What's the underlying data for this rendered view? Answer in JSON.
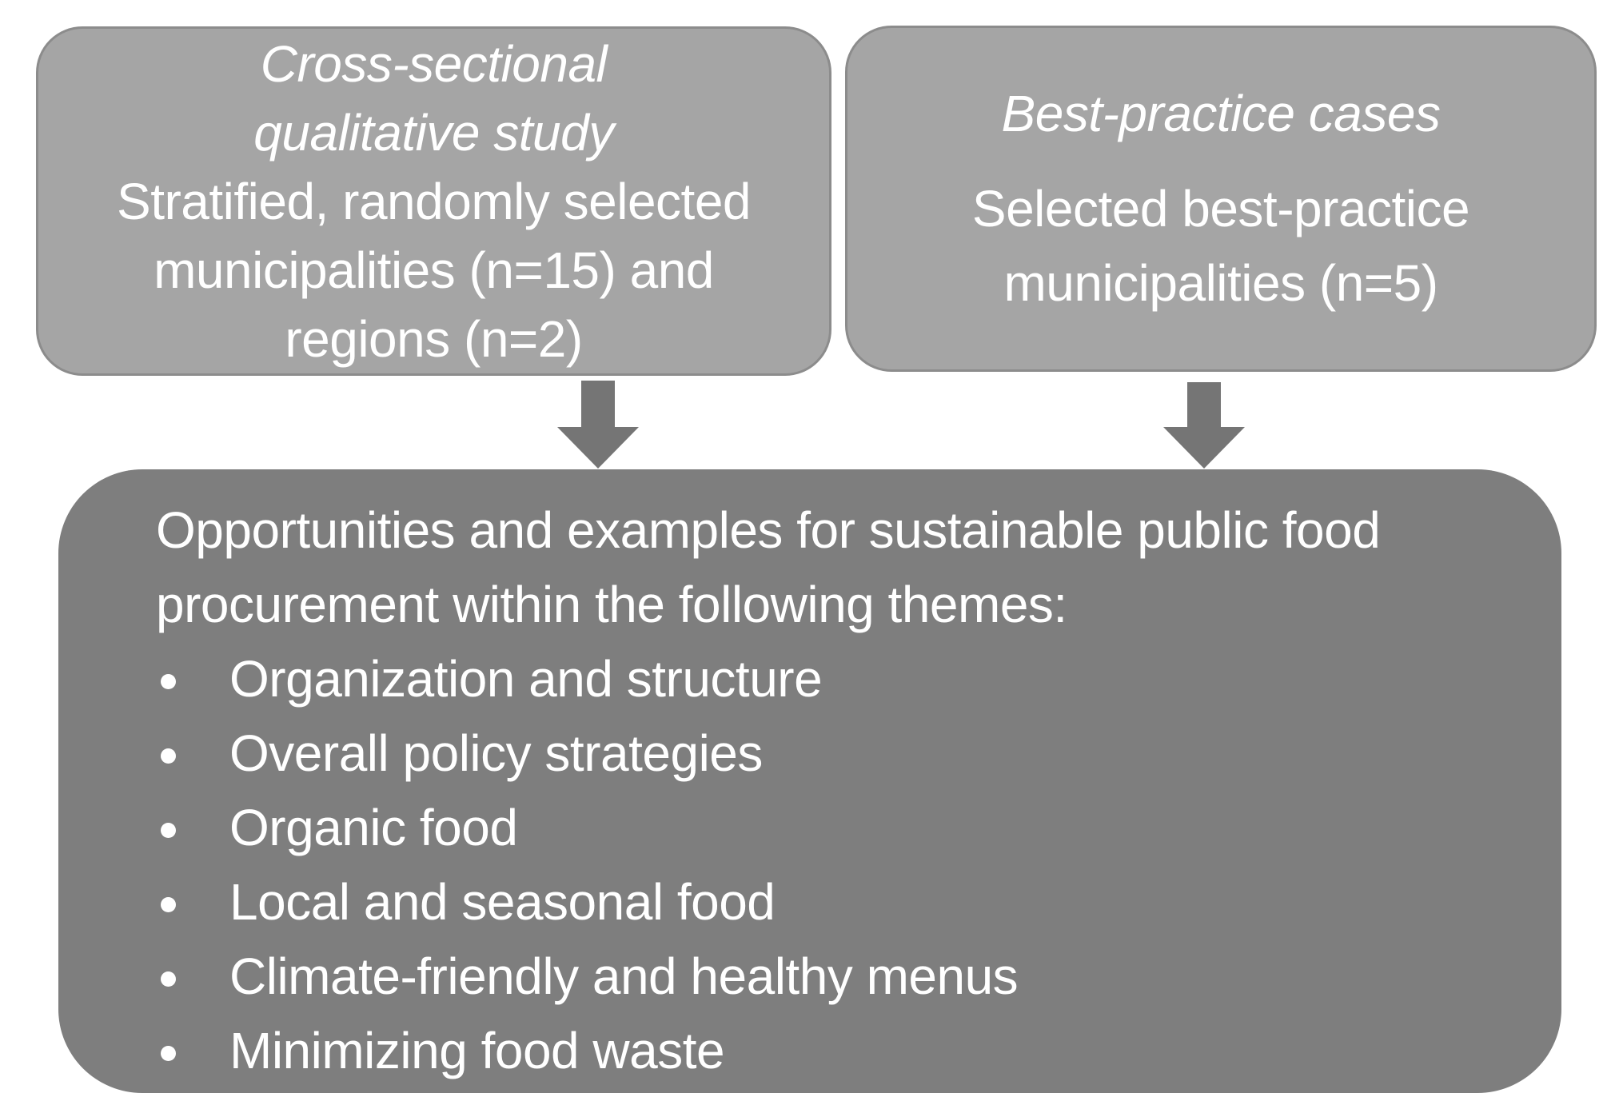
{
  "diagram": {
    "colors": {
      "background": "#ffffff",
      "top_box_fill": "#a5a5a5",
      "top_box_border": "#8c8c8c",
      "bottom_box_fill": "#7e7e7e",
      "arrow": "#757575",
      "text": "#ffffff"
    },
    "left_box": {
      "title_line_1": "Cross-sectional",
      "title_line_2": "qualitative study",
      "body_line_1": "Stratified, randomly selected",
      "body_line_2": "municipalities (n=15) and",
      "body_line_3": "regions (n=2)"
    },
    "right_box": {
      "title_line_1": "Best-practice cases",
      "body_line_1": "Selected best-practice",
      "body_line_2": "municipalities (n=5)"
    },
    "bottom_box": {
      "intro_line_1": "Opportunities and examples for sustainable public food",
      "intro_line_2": "procurement within the following themes:",
      "bullets": [
        "Organization and structure",
        "Overall policy strategies",
        "Organic food",
        "Local and seasonal food",
        "Climate-friendly and healthy menus",
        "Minimizing food waste"
      ]
    }
  }
}
